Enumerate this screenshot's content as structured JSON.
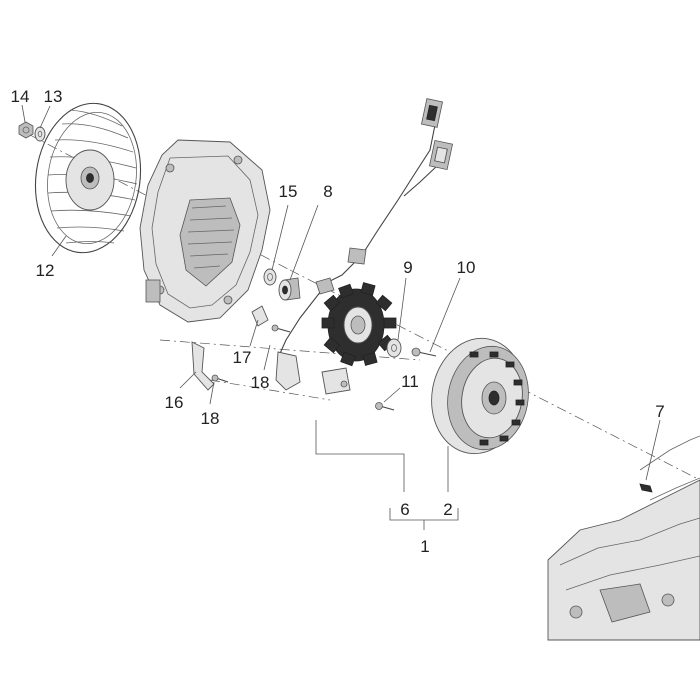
{
  "callouts": [
    {
      "id": "c14",
      "text": "14"
    },
    {
      "id": "c13",
      "text": "13"
    },
    {
      "id": "c12",
      "text": "12"
    },
    {
      "id": "c15",
      "text": "15"
    },
    {
      "id": "c8",
      "text": "8"
    },
    {
      "id": "c9",
      "text": "9"
    },
    {
      "id": "c10",
      "text": "10"
    },
    {
      "id": "c17",
      "text": "17"
    },
    {
      "id": "c18a",
      "text": "18"
    },
    {
      "id": "c16",
      "text": "16"
    },
    {
      "id": "c18b",
      "text": "18"
    },
    {
      "id": "c11",
      "text": "11"
    },
    {
      "id": "c7",
      "text": "7"
    },
    {
      "id": "c6",
      "text": "6"
    },
    {
      "id": "c2",
      "text": "2"
    },
    {
      "id": "c1",
      "text": "1"
    }
  ]
}
